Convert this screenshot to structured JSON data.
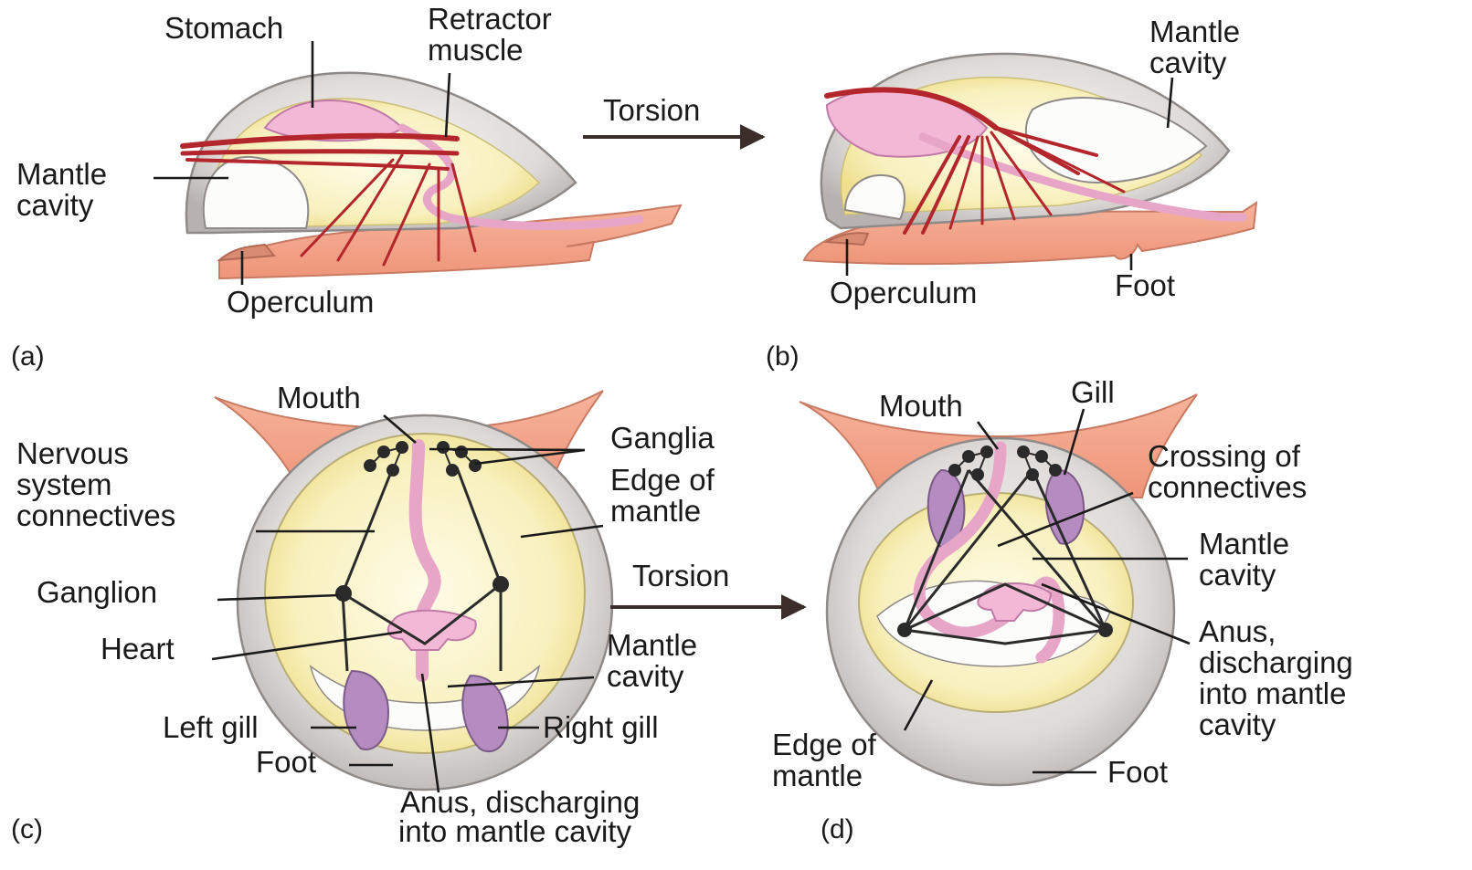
{
  "figure": {
    "panels": {
      "a": {
        "tag": "(a)",
        "labels": {
          "stomach": "Stomach",
          "retractor_1": "Retractor",
          "retractor_2": "muscle",
          "mantle_1": "Mantle",
          "mantle_2": "cavity",
          "operculum": "Operculum"
        }
      },
      "b": {
        "tag": "(b)",
        "labels": {
          "mantle_1": "Mantle",
          "mantle_2": "cavity",
          "operculum": "Operculum",
          "foot": "Foot"
        }
      },
      "c": {
        "tag": "(c)",
        "labels": {
          "mouth": "Mouth",
          "ganglia": "Ganglia",
          "nervous_1": "Nervous",
          "nervous_2": "system",
          "nervous_3": "connectives",
          "edge_1": "Edge of",
          "edge_2": "mantle",
          "ganglion": "Ganglion",
          "heart": "Heart",
          "mantle_1": "Mantle",
          "mantle_2": "cavity",
          "left_gill": "Left gill",
          "right_gill": "Right gill",
          "foot": "Foot",
          "anus_1": "Anus, discharging",
          "anus_2": "into mantle cavity"
        }
      },
      "d": {
        "tag": "(d)",
        "labels": {
          "mouth": "Mouth",
          "gill": "Gill",
          "crossing_1": "Crossing of",
          "crossing_2": "connectives",
          "mantle_1": "Mantle",
          "mantle_2": "cavity",
          "anus_1": "Anus,",
          "anus_2": "discharging",
          "anus_3": "into mantle",
          "anus_4": "cavity",
          "edge_1": "Edge of",
          "edge_2": "mantle",
          "foot": "Foot"
        }
      }
    },
    "arrows": {
      "top": "Torsion",
      "bottom": "Torsion"
    },
    "colors": {
      "foot": "#f2a48b",
      "shell": "#e3e0df",
      "mantle_inner": "#f7edb4",
      "gut": "#f2b8d6",
      "muscle": "#b3262b",
      "gill": "#b58cbf"
    }
  }
}
